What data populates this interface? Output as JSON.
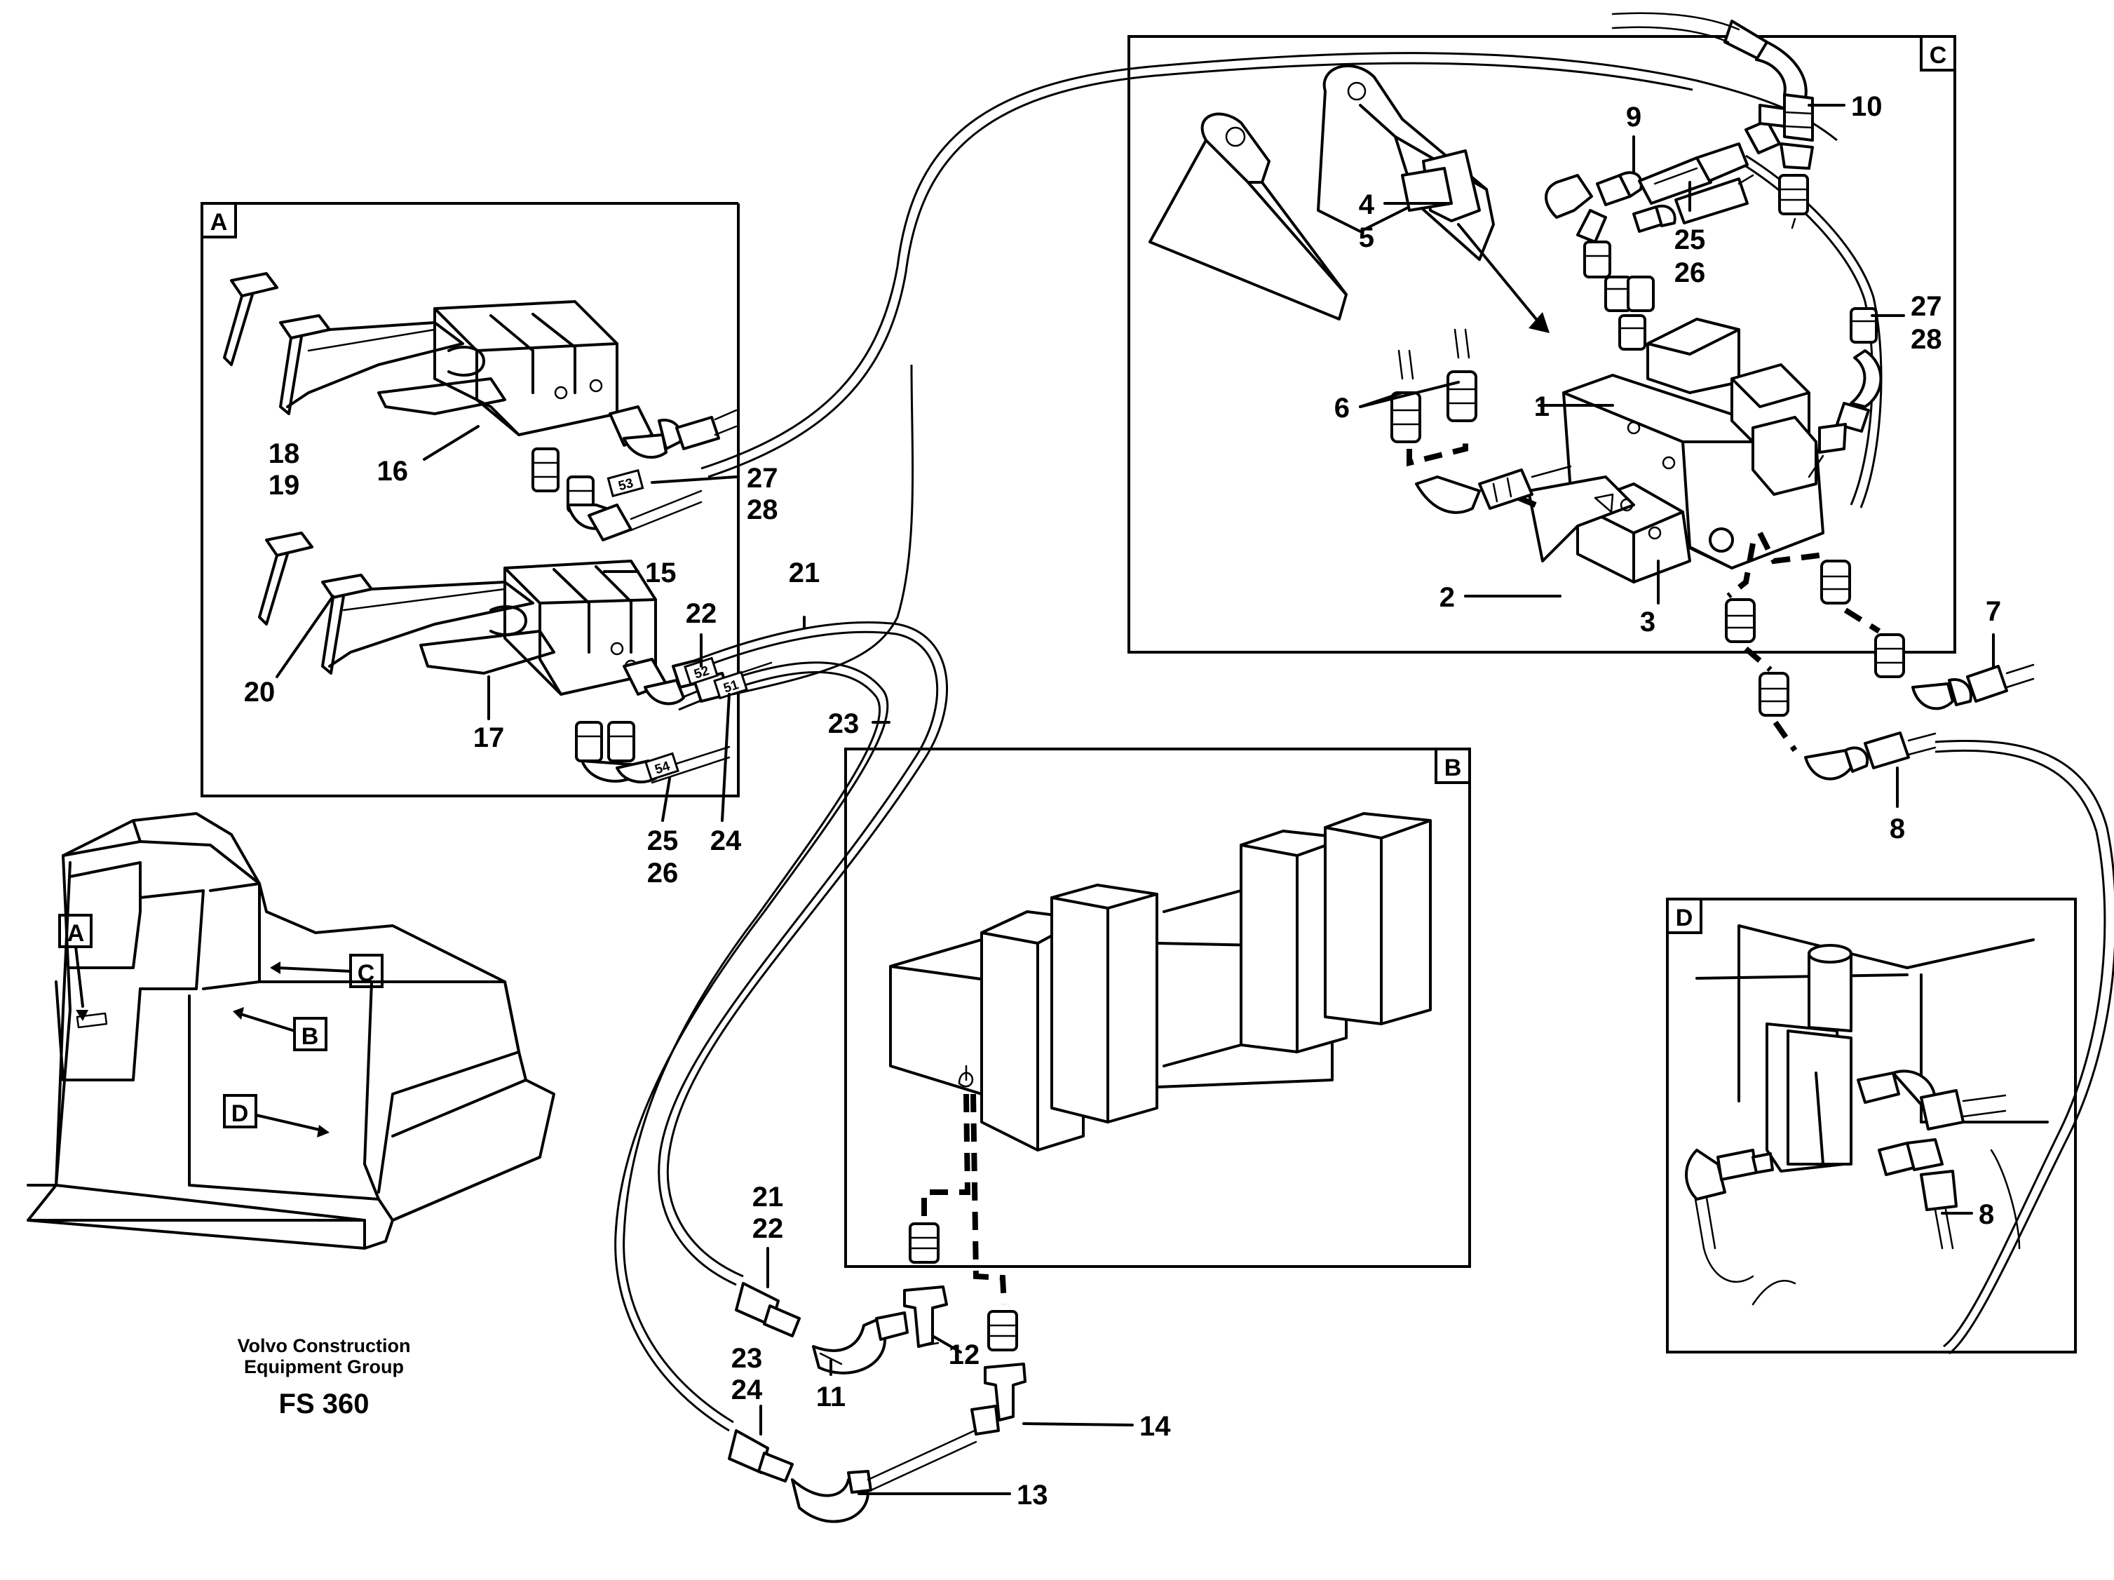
{
  "frames": {
    "A": "A",
    "B": "B",
    "C": "C",
    "D": "D"
  },
  "overview": {
    "A": "A",
    "B": "B",
    "C": "C",
    "D": "D"
  },
  "callouts": {
    "n1": "1",
    "n2": "2",
    "n3": "3",
    "n4": "4",
    "n5": "5",
    "n6": "6",
    "n7": "7",
    "n8_main": "8",
    "n8_detail": "8",
    "n9": "9",
    "n10": "10",
    "n11": "11",
    "n12": "12",
    "n13": "13",
    "n14": "14",
    "n15": "15",
    "n16": "16",
    "n17": "17",
    "n18": "18",
    "n19": "19",
    "n20": "20",
    "n21_a": "21",
    "n21_b": "21",
    "n22_a": "22",
    "n22_b": "22",
    "n23_a": "23",
    "n23_b": "23",
    "n24_a": "24",
    "n24_b": "24",
    "n25_a": "25",
    "n25_c": "25",
    "n26_a": "26",
    "n26_c": "26",
    "n27_a": "27",
    "n27_c": "27",
    "n28_a": "28",
    "n28_c": "28"
  },
  "hose_tags": {
    "s1": "51",
    "s2": "52",
    "s3": "53",
    "s4": "54"
  },
  "brand": {
    "line1": "Volvo Construction",
    "line2": "Equipment Group",
    "code": "FS 360"
  }
}
